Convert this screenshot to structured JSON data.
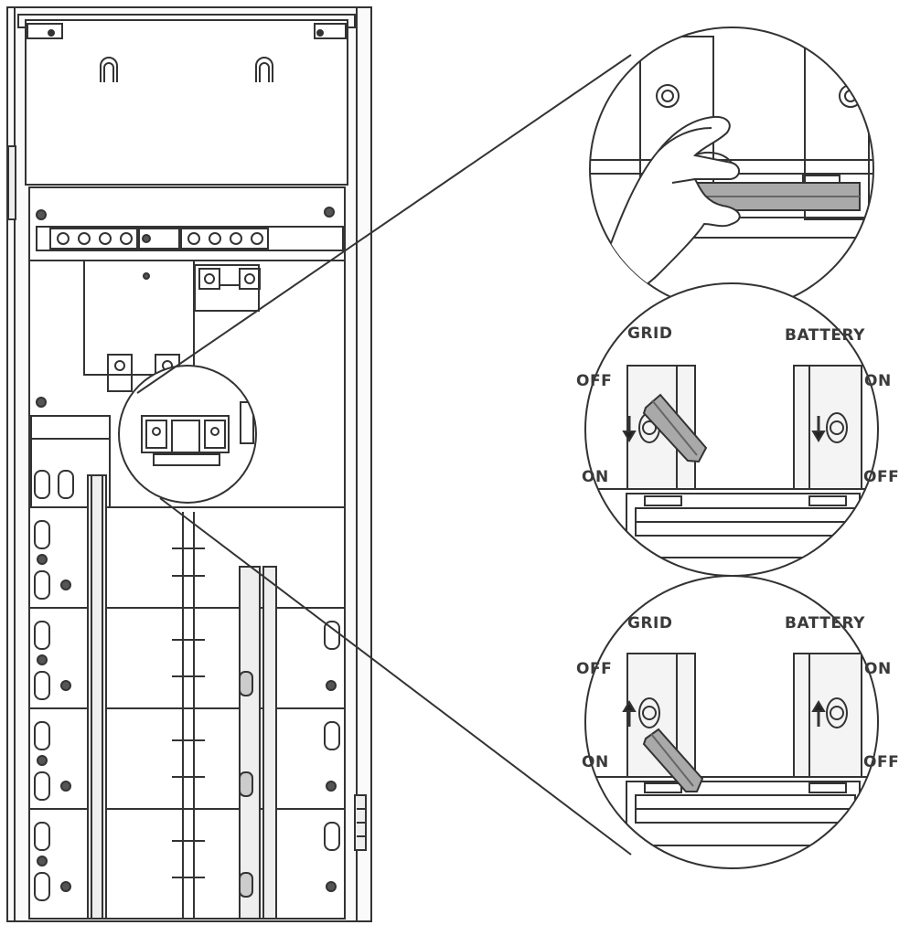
{
  "detail_top": {
    "grid_label": "GRID",
    "battery_label": "BATTERY",
    "grid_off": "OFF",
    "grid_on": "ON",
    "battery_on": "ON",
    "battery_off": "OFF",
    "handle_position": "grid-on"
  },
  "detail_bottom": {
    "grid_label": "GRID",
    "battery_label": "BATTERY",
    "grid_off": "OFF",
    "grid_on": "ON",
    "battery_on": "ON",
    "battery_off": "OFF",
    "handle_position": "grid-off"
  },
  "colors": {
    "line": "#333333",
    "handle": "#a9a9a9",
    "panel_fill": "#f4f4f4"
  }
}
